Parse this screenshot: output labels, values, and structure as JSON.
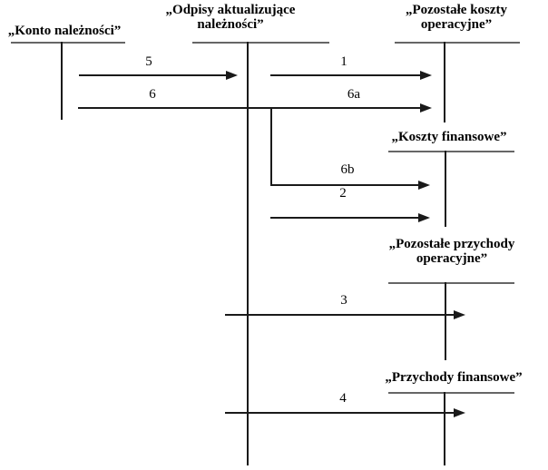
{
  "accounts": {
    "receivables": {
      "title": "„Konto należności”"
    },
    "allowance": {
      "title": "„Odpisy aktualizujące należności”"
    },
    "other_operating_costs": {
      "title": "„Pozostałe koszty operacyjne”"
    },
    "financial_costs": {
      "title": "„Koszty finansowe”"
    },
    "other_operating_revenues": {
      "title": "„Pozostałe przychody operacyjne”"
    },
    "financial_revenues": {
      "title": "„Przychody finansowe”"
    }
  },
  "flows": {
    "f1": {
      "label": "1"
    },
    "f2": {
      "label": "2"
    },
    "f3": {
      "label": "3"
    },
    "f4": {
      "label": "4"
    },
    "f5": {
      "label": "5"
    },
    "f6": {
      "label": "6"
    },
    "f6a": {
      "label": "6a"
    },
    "f6b": {
      "label": "6b"
    }
  },
  "colors": {
    "line": "#1a1a1a",
    "account_line": "#666666",
    "background": "#ffffff"
  }
}
